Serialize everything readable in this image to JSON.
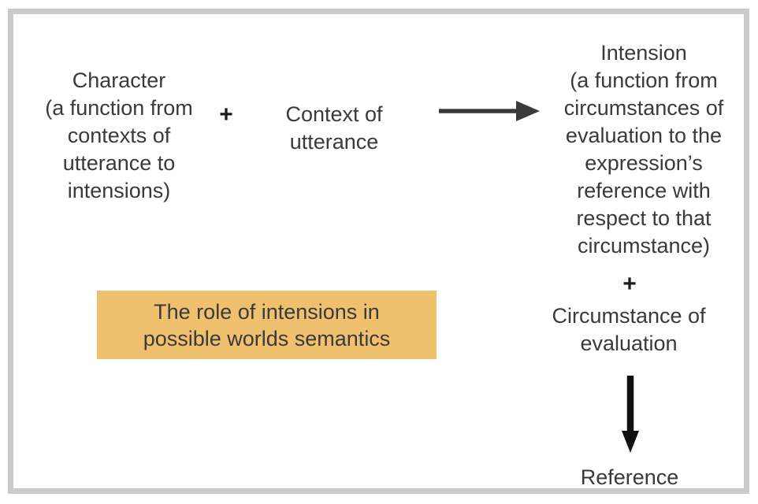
{
  "diagram": {
    "title": "The role of intensions in\npossible worlds semantics",
    "nodes": {
      "character": "Character\n(a function from\ncontexts of\nutterance to\nintensions)",
      "plus_left": "+",
      "context": "Context of\nutterance",
      "intension": "Intension\n(a function from\ncircumstances of\nevaluation to the\nexpression’s\nreference with\nrespect to that\ncircumstance)",
      "plus_right": "+",
      "circumstance": "Circumstance of\nevaluation",
      "reference": "Reference"
    },
    "icons": {
      "right_arrow": "right-arrow-icon",
      "down_arrow": "down-arrow-icon"
    },
    "colors": {
      "frame_border": "#cbcbcb",
      "background": "#ffffff",
      "text": "#3a3a3a",
      "highlight_background": "#efc06e",
      "right_arrow": "#3a3a3a",
      "down_arrow": "#101010"
    }
  }
}
